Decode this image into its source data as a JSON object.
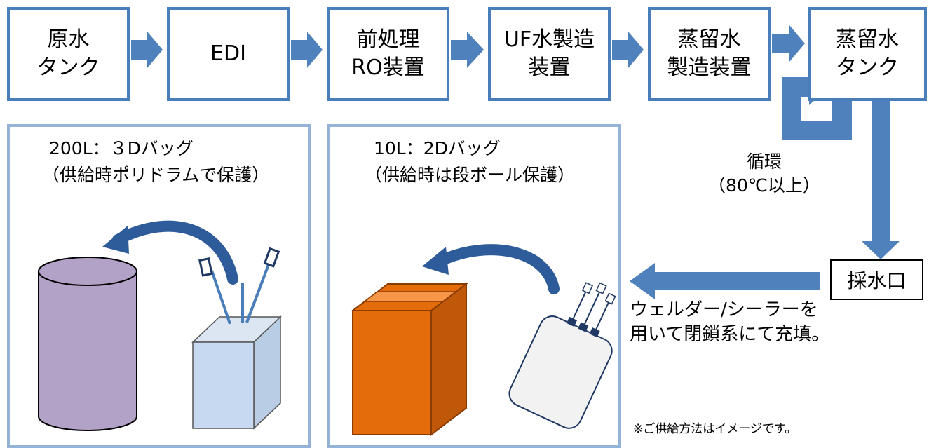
{
  "steps": [
    {
      "line1": "原水",
      "line2": "タンク"
    },
    {
      "line1": "EDI",
      "line2": ""
    },
    {
      "line1": "前処理",
      "line2": "RO装置"
    },
    {
      "line1": "UF水製造",
      "line2": "装置"
    },
    {
      "line1": "蒸留水",
      "line2": "製造装置"
    },
    {
      "line1": "蒸留水",
      "line2": "タンク"
    }
  ],
  "loop": {
    "line1": "循環",
    "line2": "（80℃以上）"
  },
  "outlet": {
    "label": "採水口"
  },
  "fill_note": {
    "line1": "ウェルダー/シーラーを",
    "line2": "用いて閉鎖系にて充填。"
  },
  "panel_left": {
    "line1": "200L：３Dバッグ",
    "line2": "（供給時ポリドラムで保護）"
  },
  "panel_right": {
    "line1": "10L：2Dバッグ",
    "line2": "（供給時は段ボール保護）"
  },
  "footnote": "※ご供給方法はイメージです。",
  "colors": {
    "box_border": "#4a7ebb",
    "arrow": "#4f81bd",
    "panel_border": "#95b3d7",
    "drum": "#b3a2c7",
    "bag_3d": "#c6d9f1",
    "carton": "#e46c0a",
    "curved_arrow": "#2e5b9a"
  }
}
